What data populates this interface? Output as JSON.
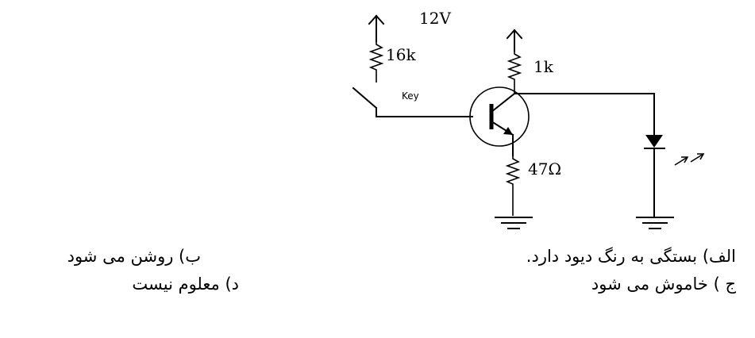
{
  "circuit": {
    "supply_label": "12V",
    "base_resistor_label": "16k",
    "collector_resistor_label": "1k",
    "emitter_resistor_label": "47Ω",
    "switch_label": "Key"
  },
  "options": {
    "a": "الف) بستگی به رنگ دیود دارد.",
    "b": "ب) روشن می شود",
    "c": "ج ) خاموش می شود",
    "d": "د)  معلوم نیست"
  }
}
